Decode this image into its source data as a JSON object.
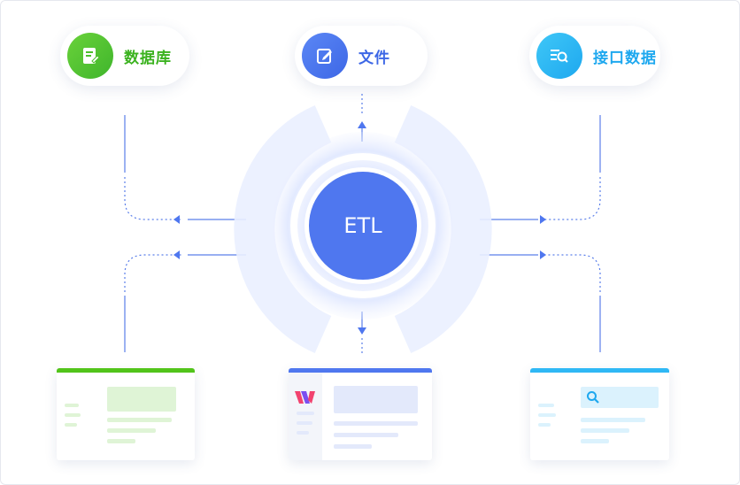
{
  "hub": {
    "label": "ETL",
    "color": "#4f77ef"
  },
  "sources": [
    {
      "label": "数据库",
      "icon": "database-doc-icon",
      "color": "#52c41a"
    },
    {
      "label": "文件",
      "icon": "file-edit-icon",
      "color": "#4f77ef"
    },
    {
      "label": "接口数据",
      "icon": "api-search-icon",
      "color": "#2fb8f5"
    }
  ],
  "colors": {
    "line": "#5b7fea",
    "green": "#52c41a",
    "blue": "#4f77ef",
    "cyan": "#2fb8f5"
  }
}
